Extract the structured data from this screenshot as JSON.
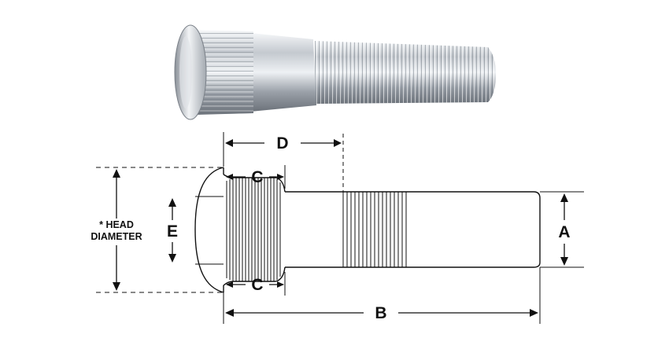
{
  "diagram": {
    "labels": {
      "a": "A",
      "b": "B",
      "c_top": "C",
      "c_bottom": "C",
      "d": "D",
      "e": "E",
      "head_diameter_line1": "* HEAD",
      "head_diameter_line2": "DIAMETER"
    }
  }
}
